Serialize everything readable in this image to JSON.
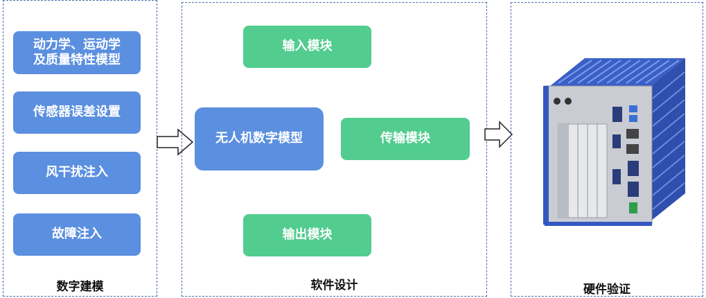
{
  "modeling": {
    "title": "数字建模",
    "items": [
      {
        "line1": "动力学、运动学",
        "line2": "及质量特性模型"
      },
      {
        "line1": "传感器误差设置"
      },
      {
        "line1": "风干扰注入"
      },
      {
        "line1": "故障注入"
      }
    ]
  },
  "software": {
    "title": "软件设计",
    "center": "无人机数字模型",
    "modules": {
      "input": "输入模块",
      "transfer": "传输模块",
      "output": "输出模块"
    }
  },
  "hardware": {
    "title": "硬件验证",
    "image": "industrial-computer-illustration"
  },
  "colors": {
    "blue_box": "#5b8fdf",
    "green_box": "#52cc8f",
    "panel_border": "#4a6aa8"
  }
}
